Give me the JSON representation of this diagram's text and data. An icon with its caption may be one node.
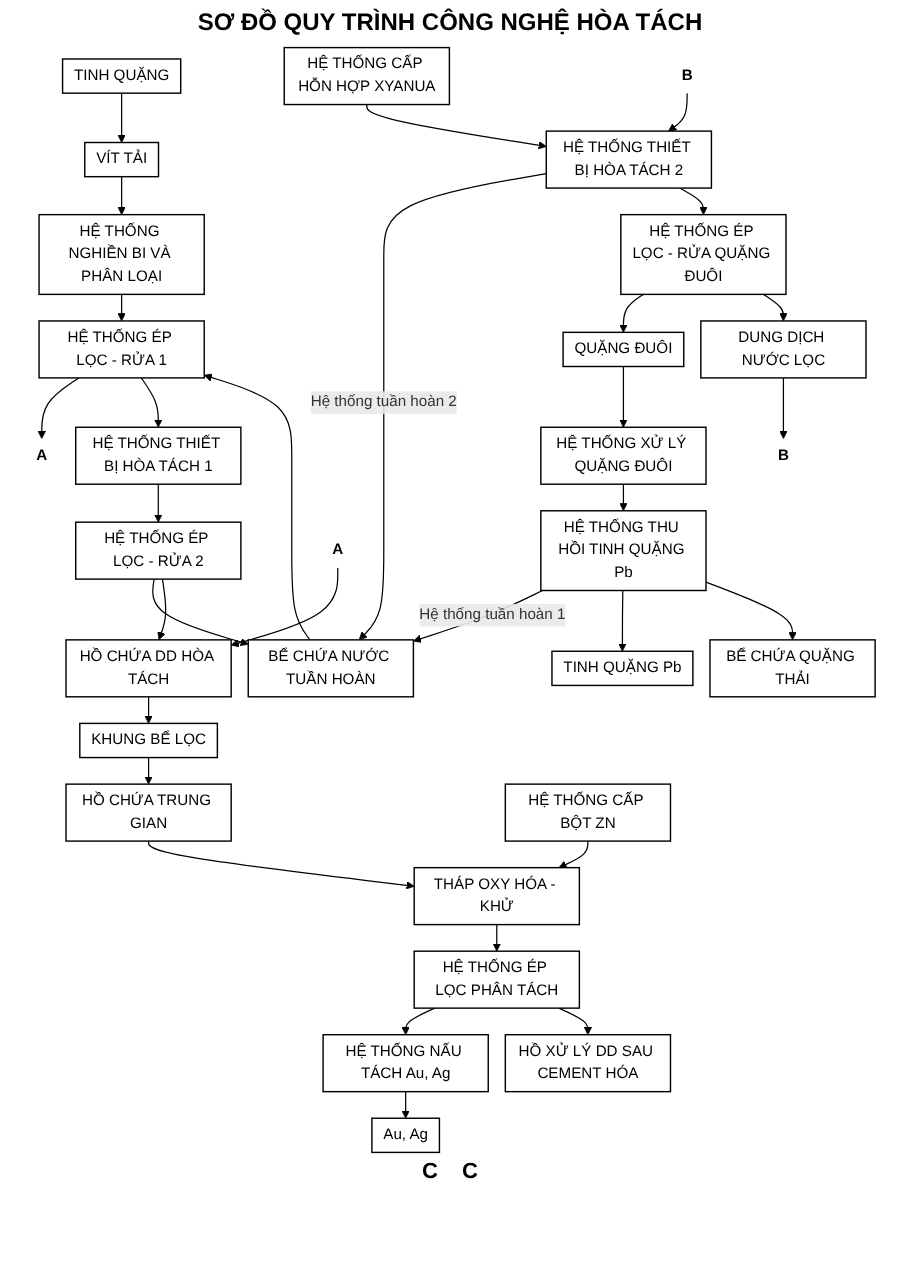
{
  "diagram": {
    "title": "SƠ ĐỒ QUY TRÌNH CÔNG NGHỆ HÒA TÁCH",
    "nodes": [
      {
        "text": [
          "TINH QUẶNG"
        ]
      },
      {
        "text": [
          "VÍT TẢI"
        ]
      },
      {
        "text": [
          "HỆ THỐNG NGHIỀN BI VÀ PHÂN LOẠI"
        ]
      },
      {
        "text": [
          "BỂ CHỨA NƯỚC TUẦN HOÀN"
        ]
      },
      {
        "text": [
          "HỆ THỐNG ÉP LỌC - RỬA 1"
        ]
      },
      {
        "text": [
          "HỆ THỐNG THIẾT BỊ HÒA TÁCH 1"
        ]
      },
      {
        "text": [
          "HỆ THỐNG CẤP HỖN HỢP XYANUA"
        ]
      },
      {
        "text": [
          "HỆ THỐNG ÉP LỌC - RỬA 2"
        ]
      },
      {
        "text": [
          "HỆ THỐNG THIẾT BỊ HÒA TÁCH 2"
        ]
      },
      {
        "text": [
          "HỒ CHỨA DD HÒA TÁCH"
        ]
      },
      {
        "text": [
          "HỆ THỐNG ÉP LỌC - RỬA QUẶNG ĐUÔI"
        ]
      },
      {
        "text": [
          "KHUNG BỂ LỌC"
        ]
      },
      {
        "text": [
          "QUẶNG ĐUÔI"
        ]
      },
      {
        "text": [
          "DUNG DỊCH NƯỚC LỌC"
        ]
      },
      {
        "text": [
          "HỒ CHỨA TRUNG GIAN"
        ]
      },
      {
        "text": [
          "HỆ THỐNG CẤP BỘT ZN"
        ]
      },
      {
        "text": [
          "THÁP OXY HÓA - KHỬ"
        ]
      },
      {
        "text": [
          "HỆ THỐNG XỬ LÝ QUẶNG ĐUÔI"
        ]
      },
      {
        "text": [
          "HỆ THỐNG ÉP LỌC PHÂN TÁCH"
        ]
      },
      {
        "text": [
          "HỆ THỐNG THU HỒI TINH QUẶNG Pb"
        ]
      },
      {
        "text": [
          "HỆ THỐNG NẤU TÁCH Au, Ag"
        ]
      },
      {
        "text": [
          "HỒ XỬ LÝ DD SAU CEMENT HÓA"
        ]
      },
      {
        "text": [
          "TINH QUẶNG Pb"
        ]
      },
      {
        "text": [
          "BỂ CHỨA QUẶNG THẢI"
        ]
      },
      {
        "text": [
          "Au, Ag"
        ]
      },
      {
        "text": [
          "A"
        ]
      },
      {
        "text": [
          "B"
        ]
      },
      {
        "text": [
          "A"
        ]
      },
      {
        "text": [
          "B"
        ]
      }
    ],
    "edges": [
      {
        "from": 0,
        "to": 1,
        "arrow": "to"
      },
      {
        "from": 1,
        "to": 2,
        "arrow": "to"
      },
      {
        "from": 2,
        "to": 4,
        "arrow": "to"
      },
      {
        "from": 3,
        "to": 4,
        "arrow": "to"
      },
      {
        "from": 4,
        "to": 25,
        "arrow": "to"
      },
      {
        "from": 4,
        "to": 5,
        "arrow": "to"
      },
      {
        "from": 5,
        "to": 7,
        "arrow": "to"
      },
      {
        "from": 6,
        "to": 8,
        "arrow": "to"
      },
      {
        "from": 7,
        "to": 3,
        "arrow": "to"
      },
      {
        "from": 19,
        "to": 3,
        "arrow": "to",
        "label": "Hệ thống tuần hoàn 1"
      },
      {
        "from": 8,
        "to": 3,
        "arrow": "to",
        "label": "Hệ thống tuần hoàn 2"
      },
      {
        "from": 7,
        "to": 9,
        "arrow": "to"
      },
      {
        "from": 27,
        "to": 9,
        "arrow": "to"
      },
      {
        "from": 9,
        "to": 11,
        "arrow": "to"
      },
      {
        "from": 11,
        "to": 14,
        "arrow": "to"
      },
      {
        "from": 14,
        "to": 16,
        "arrow": "to"
      },
      {
        "from": 15,
        "to": 16,
        "arrow": "to"
      },
      {
        "from": 16,
        "to": 18,
        "arrow": "to"
      },
      {
        "from": 18,
        "to": 20,
        "arrow": "to"
      },
      {
        "from": 18,
        "to": 21,
        "arrow": "to"
      },
      {
        "from": 20,
        "to": 24,
        "arrow": "to"
      },
      {
        "from": 8,
        "to": 10,
        "arrow": "to"
      },
      {
        "from": 26,
        "to": 8,
        "arrow": "to"
      },
      {
        "from": 10,
        "to": 12,
        "arrow": "to"
      },
      {
        "from": 10,
        "to": 13,
        "arrow": "to"
      },
      {
        "from": 13,
        "to": 28,
        "arrow": "to"
      },
      {
        "from": 12,
        "to": 17,
        "arrow": "to"
      },
      {
        "from": 17,
        "to": 19,
        "arrow": "to"
      },
      {
        "from": 19,
        "to": 22,
        "arrow": "to"
      },
      {
        "from": 19,
        "to": 23,
        "arrow": "to"
      }
    ],
    "labels": [
      "C",
      "C"
    ]
  }
}
